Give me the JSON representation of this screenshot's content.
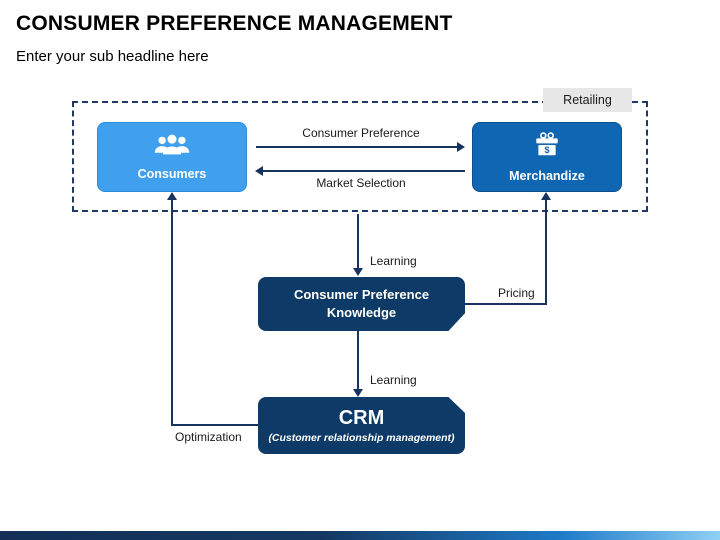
{
  "slide": {
    "title": "CONSUMER PREFERENCE MANAGEMENT",
    "subtitle": "Enter your sub headline here",
    "zone_tag": "Retailing"
  },
  "nodes": {
    "consumers": {
      "label": "Consumers",
      "icon": "people-icon"
    },
    "merchandize": {
      "label": "Merchandize",
      "icon": "gift-icon"
    },
    "knowledge": {
      "line1": "Consumer Preference",
      "line2": "Knowledge"
    },
    "crm": {
      "title": "CRM",
      "subtitle": "(Customer relationship management)"
    }
  },
  "edges": {
    "consumer_preference": "Consumer Preference",
    "market_selection": "Market Selection",
    "learning_top": "Learning",
    "learning_bottom": "Learning",
    "pricing": "Pricing",
    "optimization": "Optimization"
  },
  "colors": {
    "consumers_fill": "#41A0EE",
    "merchandize_fill": "#0F66B2",
    "dark_box_fill": "#0D3A66",
    "connector_line": "#17335E",
    "zone_tag_bg": "#E7E7E7",
    "footer_gradient_start": "#132F56",
    "footer_gradient_end": "#8FD0F5"
  }
}
